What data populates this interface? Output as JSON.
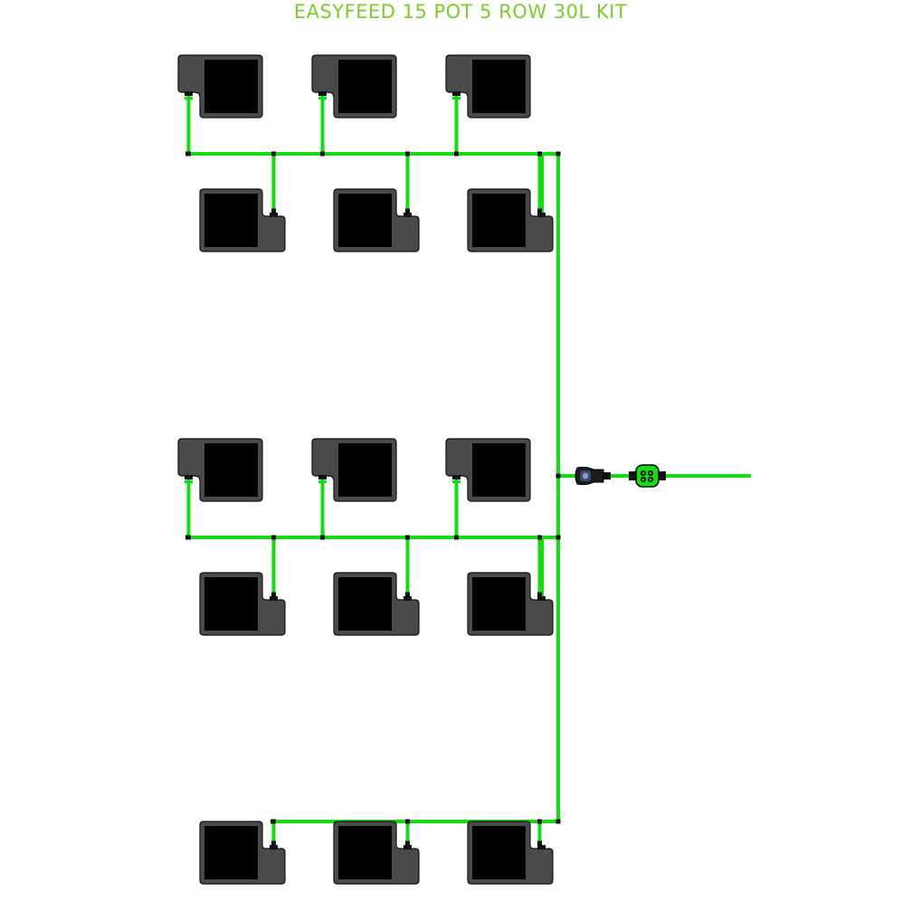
{
  "title": "EASYFEED 15 POT 5 ROW 30L KIT",
  "colors": {
    "title": "#7acc2a",
    "tube": "#11dd11",
    "pot_tray": "#4a4a4a",
    "pot_body": "#000000",
    "outline": "#111111",
    "connector": "#111111"
  },
  "rows": [
    {
      "name": "row-1",
      "orientation": "top",
      "pots": 3
    },
    {
      "name": "row-2",
      "orientation": "bottom",
      "pots": 3
    },
    {
      "name": "row-3",
      "orientation": "top",
      "pots": 3
    },
    {
      "name": "row-4",
      "orientation": "bottom",
      "pots": 3
    },
    {
      "name": "row-5",
      "orientation": "bottom",
      "pots": 3
    }
  ],
  "inline_components": [
    {
      "name": "shutoff-tap",
      "icon": "shutoff-tap-icon"
    },
    {
      "name": "inline-filter",
      "icon": "inline-filter-icon"
    }
  ]
}
